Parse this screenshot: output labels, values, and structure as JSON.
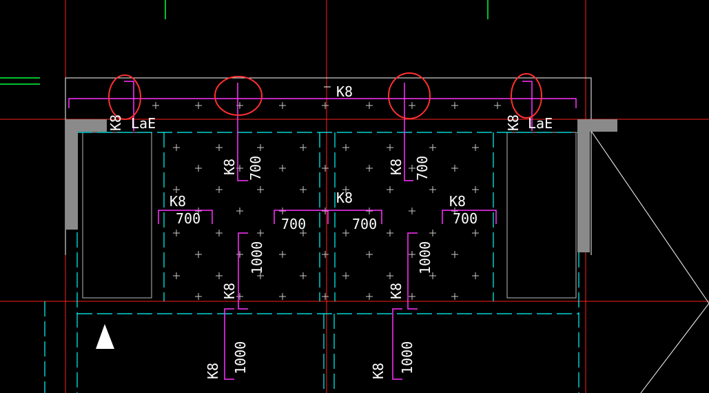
{
  "colors": {
    "background": "#000000",
    "axis": "#ff2020",
    "slab_edge": "#00ffff",
    "rebar": "#ff33ff",
    "wall": "#ffffff",
    "column": "#888888",
    "highlight": "#ff3030",
    "green_line": "#00ff40",
    "text": "#ffffff"
  },
  "labels": {
    "k8": "K8",
    "lae": "LaE",
    "d700": "700",
    "d1000": "1000"
  },
  "icons": {
    "north_arrow": "triangle-up-icon"
  }
}
